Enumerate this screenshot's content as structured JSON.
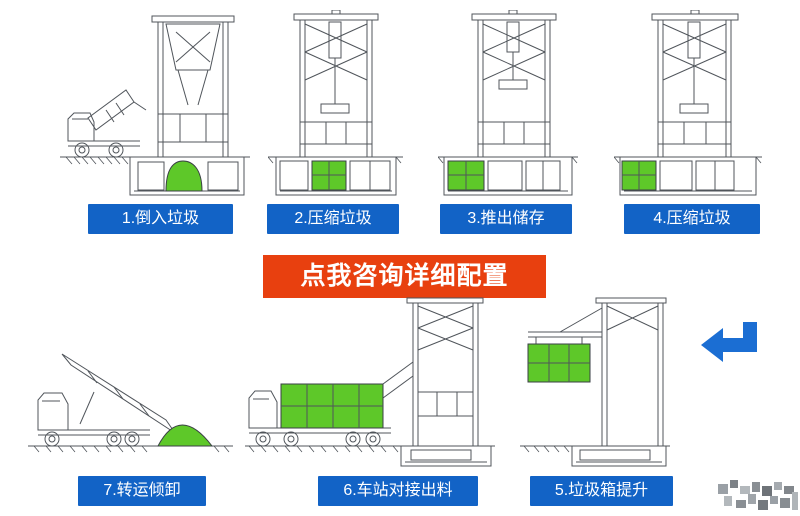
{
  "banner": {
    "label": "点我咨询详细配置",
    "bg_color": "#e8400f",
    "text_color": "#ffffff"
  },
  "steps": [
    {
      "label": "1.倒入垃圾"
    },
    {
      "label": "2.压缩垃圾"
    },
    {
      "label": "3.推出储存"
    },
    {
      "label": "4.压缩垃圾"
    },
    {
      "label": "5.垃圾箱提升"
    },
    {
      "label": "6.车站对接出料"
    },
    {
      "label": "7.转运倾卸"
    }
  ],
  "colors": {
    "step_label_bg": "#1263c6",
    "banner_bg": "#e8400f",
    "highlight_green": "#5ec829",
    "arrow_blue": "#1b6ed3",
    "line_art": "#50555b"
  }
}
